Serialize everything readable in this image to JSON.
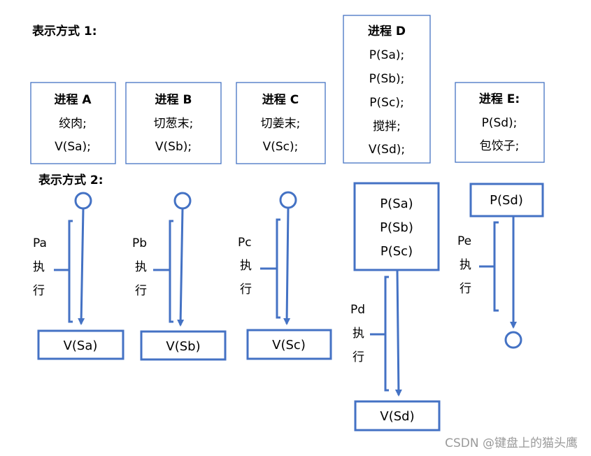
{
  "section1": {
    "heading": "表示方式 1:",
    "processes": [
      {
        "id": "A",
        "lines": [
          "进程 A",
          "绞肉;",
          "V(Sa);"
        ]
      },
      {
        "id": "B",
        "lines": [
          "进程 B",
          "切葱末;",
          "V(Sb);"
        ]
      },
      {
        "id": "C",
        "lines": [
          "进程 C",
          "切姜末;",
          "V(Sc);"
        ]
      },
      {
        "id": "D",
        "lines": [
          "进程 D",
          "P(Sa);",
          "P(Sb);",
          "P(Sc);",
          "搅拌;",
          "V(Sd);"
        ]
      },
      {
        "id": "E",
        "lines": [
          "进程 E:",
          "P(Sd);",
          "包饺子;"
        ]
      }
    ]
  },
  "section2": {
    "heading": "表示方式 2:",
    "flows": [
      {
        "id": "a",
        "side_label": [
          "Pa",
          "执",
          "行"
        ],
        "end_box": "V(Sa)"
      },
      {
        "id": "b",
        "side_label": [
          "Pb",
          "执",
          "行"
        ],
        "end_box": "V(Sb)"
      },
      {
        "id": "c",
        "side_label": [
          "Pc",
          "执",
          "行"
        ],
        "end_box": "V(Sc)"
      },
      {
        "id": "d",
        "start_box": [
          "P(Sa)",
          "P(Sb)",
          "P(Sc)"
        ],
        "side_label": [
          "Pd",
          "执",
          "行"
        ],
        "end_box": "V(Sd)"
      },
      {
        "id": "e",
        "start_box": [
          "P(Sd)"
        ],
        "side_label": [
          "Pe",
          "执",
          "行"
        ]
      }
    ]
  },
  "watermark": "CSDN @键盘上的猫头鹰",
  "colors": {
    "box_border": "#4472c4",
    "arrow": "#4472c4",
    "text": "#000000",
    "watermark": "#9a9a9a"
  }
}
